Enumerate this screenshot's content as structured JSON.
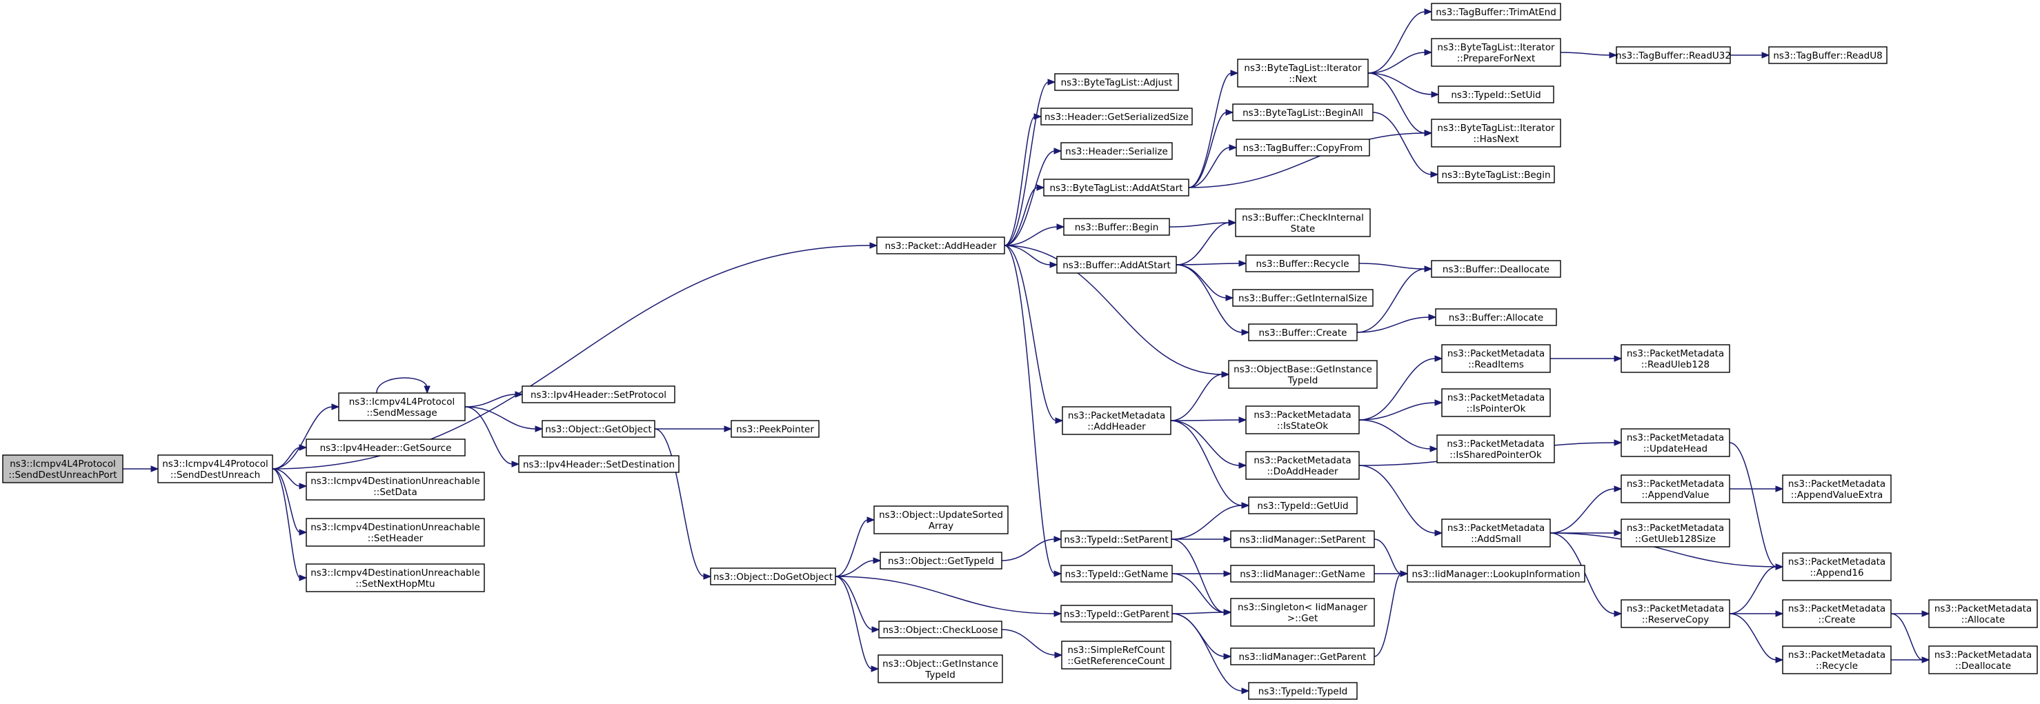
{
  "colors": {
    "edge": "#191970",
    "node_fill": "#ffffff",
    "root_fill": "#bfbfbf",
    "border": "#000000"
  },
  "nodes": [
    {
      "id": "root",
      "lines": [
        "ns3::Icmpv4L4Protocol",
        "::SendDestUnreachPort"
      ],
      "root": true
    },
    {
      "id": "sdu",
      "lines": [
        "ns3::Icmpv4L4Protocol",
        "::SendDestUnreach"
      ]
    },
    {
      "id": "sendmsg",
      "lines": [
        "ns3::Icmpv4L4Protocol",
        "::SendMessage"
      ]
    },
    {
      "id": "getsource",
      "lines": [
        "ns3::Ipv4Header::GetSource"
      ]
    },
    {
      "id": "setdata",
      "lines": [
        "ns3::Icmpv4DestinationUnreachable",
        "::SetData"
      ]
    },
    {
      "id": "setheader",
      "lines": [
        "ns3::Icmpv4DestinationUnreachable",
        "::SetHeader"
      ]
    },
    {
      "id": "setnexthop",
      "lines": [
        "ns3::Icmpv4DestinationUnreachable",
        "::SetNextHopMtu"
      ]
    },
    {
      "id": "setprotocol",
      "lines": [
        "ns3::Ipv4Header::SetProtocol"
      ]
    },
    {
      "id": "getobject",
      "lines": [
        "ns3::Object::GetObject"
      ]
    },
    {
      "id": "setdest",
      "lines": [
        "ns3::Ipv4Header::SetDestination"
      ]
    },
    {
      "id": "peek",
      "lines": [
        "ns3::PeekPointer"
      ]
    },
    {
      "id": "dogetobject",
      "lines": [
        "ns3::Object::DoGetObject"
      ]
    },
    {
      "id": "updsorted",
      "lines": [
        "ns3::Object::UpdateSorted",
        "Array"
      ]
    },
    {
      "id": "objgettypeid",
      "lines": [
        "ns3::Object::GetTypeId"
      ]
    },
    {
      "id": "checkloose",
      "lines": [
        "ns3::Object::CheckLoose"
      ]
    },
    {
      "id": "objgetinst",
      "lines": [
        "ns3::Object::GetInstance",
        "TypeId"
      ]
    },
    {
      "id": "addheader",
      "lines": [
        "ns3::Packet::AddHeader"
      ]
    },
    {
      "id": "btladjust",
      "lines": [
        "ns3::ByteTagList::Adjust"
      ]
    },
    {
      "id": "hdrgetsize",
      "lines": [
        "ns3::Header::GetSerializedSize"
      ]
    },
    {
      "id": "hdrser",
      "lines": [
        "ns3::Header::Serialize"
      ]
    },
    {
      "id": "btladdatstart",
      "lines": [
        "ns3::ByteTagList::AddAtStart"
      ]
    },
    {
      "id": "bufbegin",
      "lines": [
        "ns3::Buffer::Begin"
      ]
    },
    {
      "id": "bufaddatstart",
      "lines": [
        "ns3::Buffer::AddAtStart"
      ]
    },
    {
      "id": "pmaddheader",
      "lines": [
        "ns3::PacketMetadata",
        "::AddHeader"
      ]
    },
    {
      "id": "tidgetname",
      "lines": [
        "ns3::TypeId::GetName"
      ]
    },
    {
      "id": "tidsetparent",
      "lines": [
        "ns3::TypeId::SetParent"
      ]
    },
    {
      "id": "tidgetparent",
      "lines": [
        "ns3::TypeId::GetParent"
      ]
    },
    {
      "id": "srcgetref",
      "lines": [
        "ns3::SimpleRefCount",
        "::GetReferenceCount"
      ]
    },
    {
      "id": "btliternext",
      "lines": [
        "ns3::ByteTagList::Iterator",
        "::Next"
      ]
    },
    {
      "id": "btlbeginall",
      "lines": [
        "ns3::ByteTagList::BeginAll"
      ]
    },
    {
      "id": "tbcopyfrom",
      "lines": [
        "ns3::TagBuffer::CopyFrom"
      ]
    },
    {
      "id": "bufcheck",
      "lines": [
        "ns3::Buffer::CheckInternal",
        "State"
      ]
    },
    {
      "id": "bufrecycle",
      "lines": [
        "ns3::Buffer::Recycle"
      ]
    },
    {
      "id": "bufgetinternal",
      "lines": [
        "ns3::Buffer::GetInternalSize"
      ]
    },
    {
      "id": "bufcreate",
      "lines": [
        "ns3::Buffer::Create"
      ]
    },
    {
      "id": "objbasegetinst",
      "lines": [
        "ns3::ObjectBase::GetInstance",
        "TypeId"
      ]
    },
    {
      "id": "pmisstateok",
      "lines": [
        "ns3::PacketMetadata",
        "::IsStateOk"
      ]
    },
    {
      "id": "pmdoaddheader",
      "lines": [
        "ns3::PacketMetadata",
        "::DoAddHeader"
      ]
    },
    {
      "id": "tidgetuid",
      "lines": [
        "ns3::TypeId::GetUid"
      ]
    },
    {
      "id": "iidsetparent",
      "lines": [
        "ns3::IidManager::SetParent"
      ]
    },
    {
      "id": "iidgetname",
      "lines": [
        "ns3::IidManager::GetName"
      ]
    },
    {
      "id": "singleton",
      "lines": [
        "ns3::Singleton< IidManager",
        ">::Get"
      ]
    },
    {
      "id": "iidgetparent",
      "lines": [
        "ns3::IidManager::GetParent"
      ]
    },
    {
      "id": "tidtypeid",
      "lines": [
        "ns3::TypeId::TypeId"
      ]
    },
    {
      "id": "tbtrimatend",
      "lines": [
        "ns3::TagBuffer::TrimAtEnd"
      ]
    },
    {
      "id": "btliterprep",
      "lines": [
        "ns3::ByteTagList::Iterator",
        "::PrepareForNext"
      ]
    },
    {
      "id": "tidsetuid",
      "lines": [
        "ns3::TypeId::SetUid"
      ]
    },
    {
      "id": "btliterhasnext",
      "lines": [
        "ns3::ByteTagList::Iterator",
        "::HasNext"
      ]
    },
    {
      "id": "btlbegin",
      "lines": [
        "ns3::ByteTagList::Begin"
      ]
    },
    {
      "id": "bufdealloc",
      "lines": [
        "ns3::Buffer::Deallocate"
      ]
    },
    {
      "id": "bufalloc",
      "lines": [
        "ns3::Buffer::Allocate"
      ]
    },
    {
      "id": "pmreaditems",
      "lines": [
        "ns3::PacketMetadata",
        "::ReadItems"
      ]
    },
    {
      "id": "pmispointerok",
      "lines": [
        "ns3::PacketMetadata",
        "::IsPointerOk"
      ]
    },
    {
      "id": "pmissharedok",
      "lines": [
        "ns3::PacketMetadata",
        "::IsSharedPointerOk"
      ]
    },
    {
      "id": "pmaddsmall",
      "lines": [
        "ns3::PacketMetadata",
        "::AddSmall"
      ]
    },
    {
      "id": "iidlookup",
      "lines": [
        "ns3::IidManager::LookupInformation"
      ]
    },
    {
      "id": "tbreadu32",
      "lines": [
        "ns3::TagBuffer::ReadU32"
      ]
    },
    {
      "id": "pmreaduleb",
      "lines": [
        "ns3::PacketMetadata",
        "::ReadUleb128"
      ]
    },
    {
      "id": "pmupdatehead",
      "lines": [
        "ns3::PacketMetadata",
        "::UpdateHead"
      ]
    },
    {
      "id": "pmappendvalue",
      "lines": [
        "ns3::PacketMetadata",
        "::AppendValue"
      ]
    },
    {
      "id": "pmgetuleb",
      "lines": [
        "ns3::PacketMetadata",
        "::GetUleb128Size"
      ]
    },
    {
      "id": "pmreservecopy",
      "lines": [
        "ns3::PacketMetadata",
        "::ReserveCopy"
      ]
    },
    {
      "id": "tbreadu8",
      "lines": [
        "ns3::TagBuffer::ReadU8"
      ]
    },
    {
      "id": "pmappendextra",
      "lines": [
        "ns3::PacketMetadata",
        "::AppendValueExtra"
      ]
    },
    {
      "id": "pmappend16",
      "lines": [
        "ns3::PacketMetadata",
        "::Append16"
      ]
    },
    {
      "id": "pmcreate",
      "lines": [
        "ns3::PacketMetadata",
        "::Create"
      ]
    },
    {
      "id": "pmrecycle",
      "lines": [
        "ns3::PacketMetadata",
        "::Recycle"
      ]
    },
    {
      "id": "pmallocate",
      "lines": [
        "ns3::PacketMetadata",
        "::Allocate"
      ]
    },
    {
      "id": "pmdeallocate",
      "lines": [
        "ns3::PacketMetadata",
        "::Deallocate"
      ]
    }
  ],
  "edges": [
    [
      "root",
      "sdu"
    ],
    [
      "sdu",
      "addheader"
    ],
    [
      "sdu",
      "sendmsg"
    ],
    [
      "sdu",
      "getsource"
    ],
    [
      "sdu",
      "setdata"
    ],
    [
      "sdu",
      "setheader"
    ],
    [
      "sdu",
      "setnexthop"
    ],
    [
      "sendmsg",
      "sendmsg"
    ],
    [
      "sendmsg",
      "setprotocol"
    ],
    [
      "sendmsg",
      "getobject"
    ],
    [
      "sendmsg",
      "setdest"
    ],
    [
      "getobject",
      "peek"
    ],
    [
      "getobject",
      "dogetobject"
    ],
    [
      "dogetobject",
      "updsorted"
    ],
    [
      "dogetobject",
      "objgettypeid"
    ],
    [
      "dogetobject",
      "tidgetparent"
    ],
    [
      "dogetobject",
      "checkloose"
    ],
    [
      "dogetobject",
      "objgetinst"
    ],
    [
      "objgettypeid",
      "tidsetparent"
    ],
    [
      "checkloose",
      "srcgetref"
    ],
    [
      "addheader",
      "btladjust"
    ],
    [
      "addheader",
      "hdrgetsize"
    ],
    [
      "addheader",
      "hdrser"
    ],
    [
      "addheader",
      "btladdatstart"
    ],
    [
      "addheader",
      "bufbegin"
    ],
    [
      "addheader",
      "bufaddatstart"
    ],
    [
      "addheader",
      "objbasegetinst"
    ],
    [
      "addheader",
      "pmaddheader"
    ],
    [
      "addheader",
      "tidgetname"
    ],
    [
      "btladdatstart",
      "btliternext"
    ],
    [
      "btladdatstart",
      "btlbeginall"
    ],
    [
      "btladdatstart",
      "tbcopyfrom"
    ],
    [
      "btladdatstart",
      "btliterhasnext"
    ],
    [
      "bufbegin",
      "bufcheck"
    ],
    [
      "bufaddatstart",
      "bufcheck"
    ],
    [
      "bufaddatstart",
      "bufrecycle"
    ],
    [
      "bufaddatstart",
      "bufgetinternal"
    ],
    [
      "bufaddatstart",
      "bufcreate"
    ],
    [
      "pmaddheader",
      "objbasegetinst"
    ],
    [
      "pmaddheader",
      "pmisstateok"
    ],
    [
      "pmaddheader",
      "pmdoaddheader"
    ],
    [
      "pmaddheader",
      "tidgetuid"
    ],
    [
      "tidsetparent",
      "tidgetuid"
    ],
    [
      "tidsetparent",
      "iidsetparent"
    ],
    [
      "tidsetparent",
      "singleton"
    ],
    [
      "tidgetname",
      "iidgetname"
    ],
    [
      "tidgetname",
      "singleton"
    ],
    [
      "tidgetparent",
      "singleton"
    ],
    [
      "tidgetparent",
      "iidgetparent"
    ],
    [
      "tidgetparent",
      "tidtypeid"
    ],
    [
      "btliternext",
      "tbtrimatend"
    ],
    [
      "btliternext",
      "btliterprep"
    ],
    [
      "btliternext",
      "tidsetuid"
    ],
    [
      "btliternext",
      "btliterhasnext"
    ],
    [
      "btlbeginall",
      "btlbegin"
    ],
    [
      "bufrecycle",
      "bufdealloc"
    ],
    [
      "bufcreate",
      "bufdealloc"
    ],
    [
      "bufcreate",
      "bufalloc"
    ],
    [
      "pmisstateok",
      "pmreaditems"
    ],
    [
      "pmisstateok",
      "pmispointerok"
    ],
    [
      "pmisstateok",
      "pmissharedok"
    ],
    [
      "pmdoaddheader",
      "pmupdatehead"
    ],
    [
      "pmdoaddheader",
      "pmaddsmall"
    ],
    [
      "iidsetparent",
      "iidlookup"
    ],
    [
      "iidgetname",
      "iidlookup"
    ],
    [
      "iidgetparent",
      "iidlookup"
    ],
    [
      "btliterprep",
      "tbreadu32"
    ],
    [
      "tbreadu32",
      "tbreadu8"
    ],
    [
      "pmreaditems",
      "pmreaduleb"
    ],
    [
      "pmupdatehead",
      "pmappend16"
    ],
    [
      "pmaddsmall",
      "pmappendvalue"
    ],
    [
      "pmaddsmall",
      "pmgetuleb"
    ],
    [
      "pmaddsmall",
      "pmappend16"
    ],
    [
      "pmaddsmall",
      "pmreservecopy"
    ],
    [
      "pmappendvalue",
      "pmappendextra"
    ],
    [
      "pmreservecopy",
      "pmappend16"
    ],
    [
      "pmreservecopy",
      "pmcreate"
    ],
    [
      "pmreservecopy",
      "pmrecycle"
    ],
    [
      "pmcreate",
      "pmallocate"
    ],
    [
      "pmcreate",
      "pmdeallocate"
    ],
    [
      "pmrecycle",
      "pmdeallocate"
    ]
  ]
}
